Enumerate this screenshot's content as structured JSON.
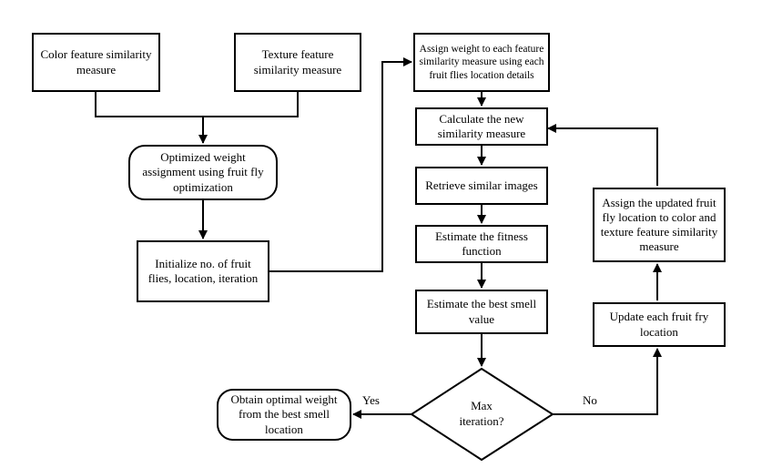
{
  "nodes": {
    "color": "Color feature similarity measure",
    "texture": "Texture feature similarity measure",
    "optimized": "Optimized weight assignment using fruit fly optimization",
    "initialize": "Initialize no. of fruit flies, location, iteration",
    "assign_weight": "Assign weight to each feature similarity measure using each fruit flies location details",
    "calc": "Calculate the new similarity measure",
    "retrieve": "Retrieve similar images",
    "fitness": "Estimate the fitness function",
    "best_smell": "Estimate the best smell value",
    "decision": "Max iteration?",
    "obtain": "Obtain optimal weight from the best smell location",
    "update": "Update each fruit fry location",
    "assign_updated": "Assign the updated fruit fly location to color and texture feature similarity measure"
  },
  "labels": {
    "yes": "Yes",
    "no": "No"
  },
  "colors": {
    "line": "#000000",
    "fill": "#ffffff"
  }
}
